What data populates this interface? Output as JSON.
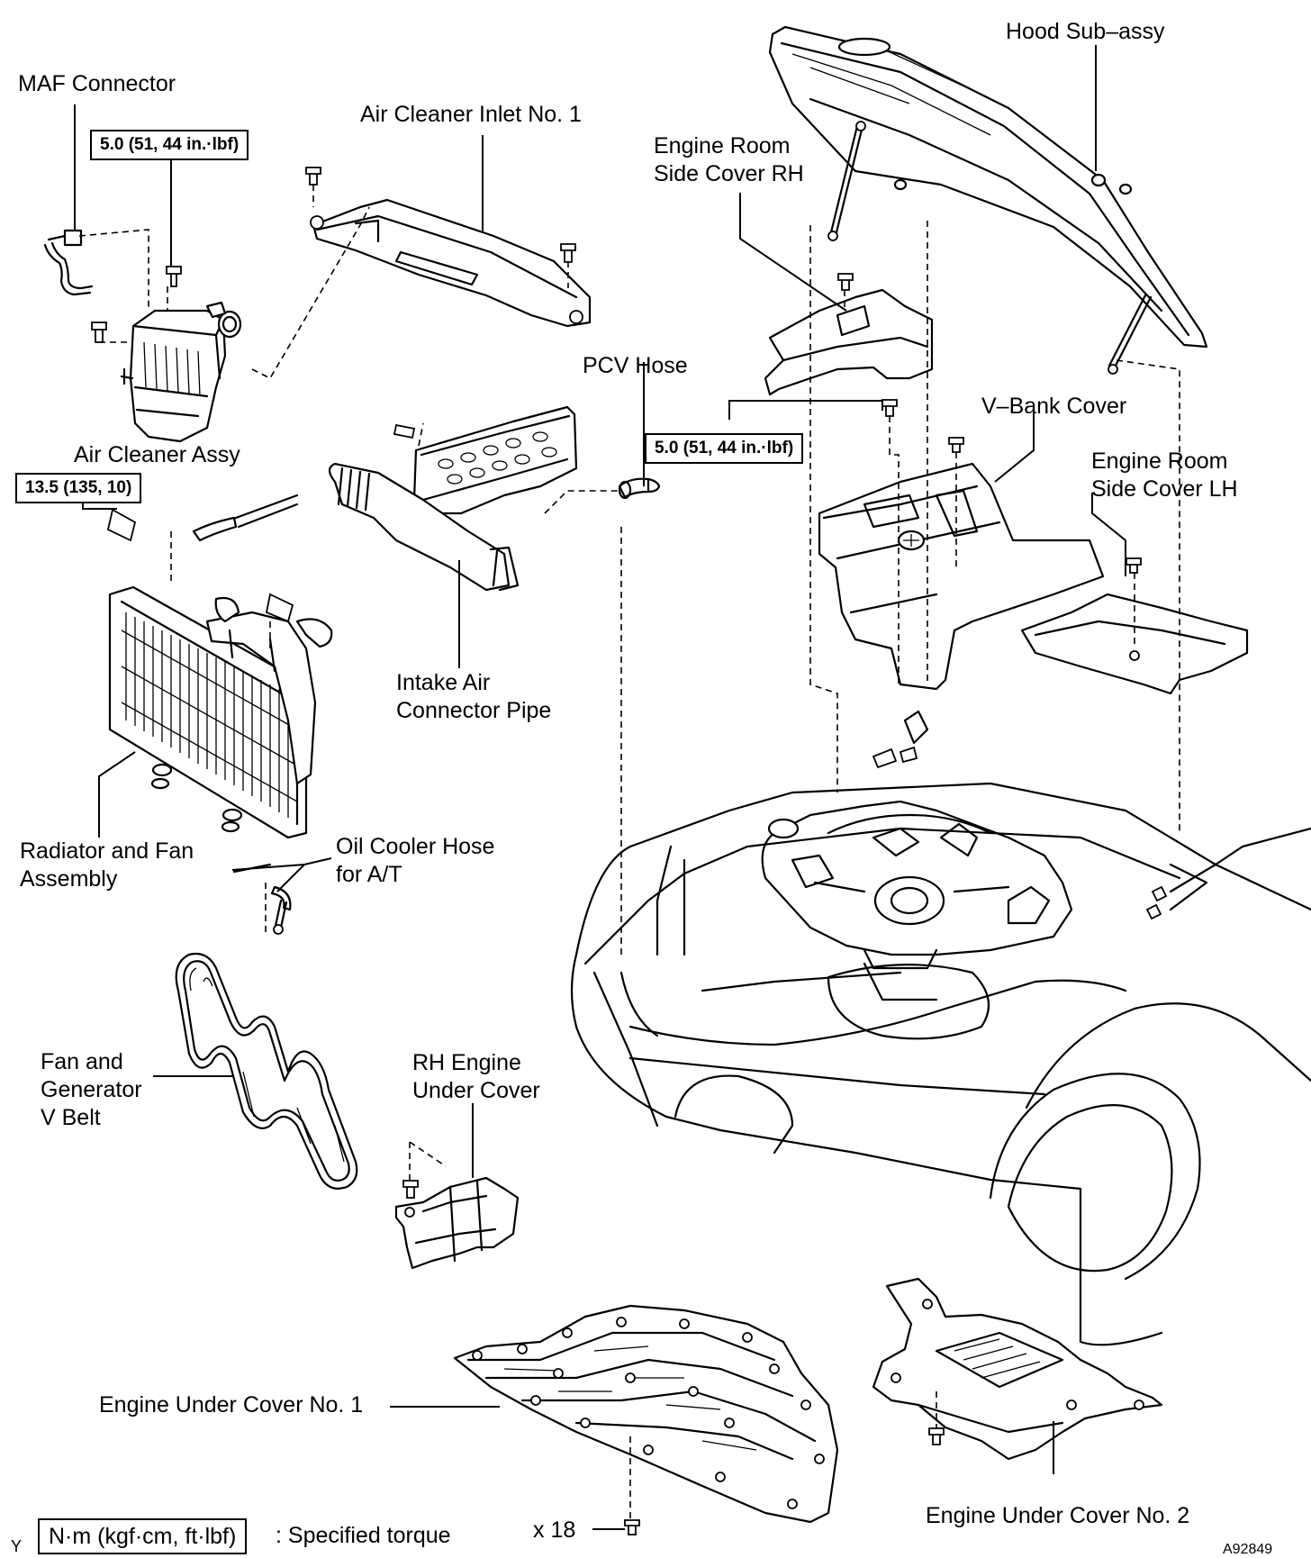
{
  "labels": {
    "maf_connector": "MAF Connector",
    "air_cleaner_inlet": "Air Cleaner Inlet No. 1",
    "engine_room_side_cover_rh": "Engine Room\nSide Cover RH",
    "hood_sub_assy": "Hood Sub–assy",
    "pcv_hose": "PCV Hose",
    "v_bank_cover": "V–Bank Cover",
    "engine_room_side_cover_lh": "Engine Room\nSide Cover LH",
    "air_cleaner_assy": "Air Cleaner Assy",
    "intake_air_connector_pipe": "Intake Air\nConnector Pipe",
    "radiator_fan_assembly": "Radiator and Fan\nAssembly",
    "oil_cooler_hose": "Oil Cooler Hose\nfor A/T",
    "fan_generator_belt": "Fan and\nGenerator\nV Belt",
    "rh_engine_under_cover": "RH Engine\nUnder Cover",
    "engine_under_cover_1": "Engine Under Cover No. 1",
    "engine_under_cover_2": "Engine Under Cover No. 2"
  },
  "torques": {
    "maf_bolt": "5.0 (51, 44 in.·lbf)",
    "side_cover_rh_bolt": "5.0 (51, 44 in.·lbf)",
    "radiator_bracket_bolt": "13.5 (135, 10)"
  },
  "legend": {
    "prefix": "Y",
    "unit": "N·m (kgf·cm, ft·lbf)",
    "description": ": Specified torque"
  },
  "bolt_count": "x 18",
  "figure_id": "A92849"
}
